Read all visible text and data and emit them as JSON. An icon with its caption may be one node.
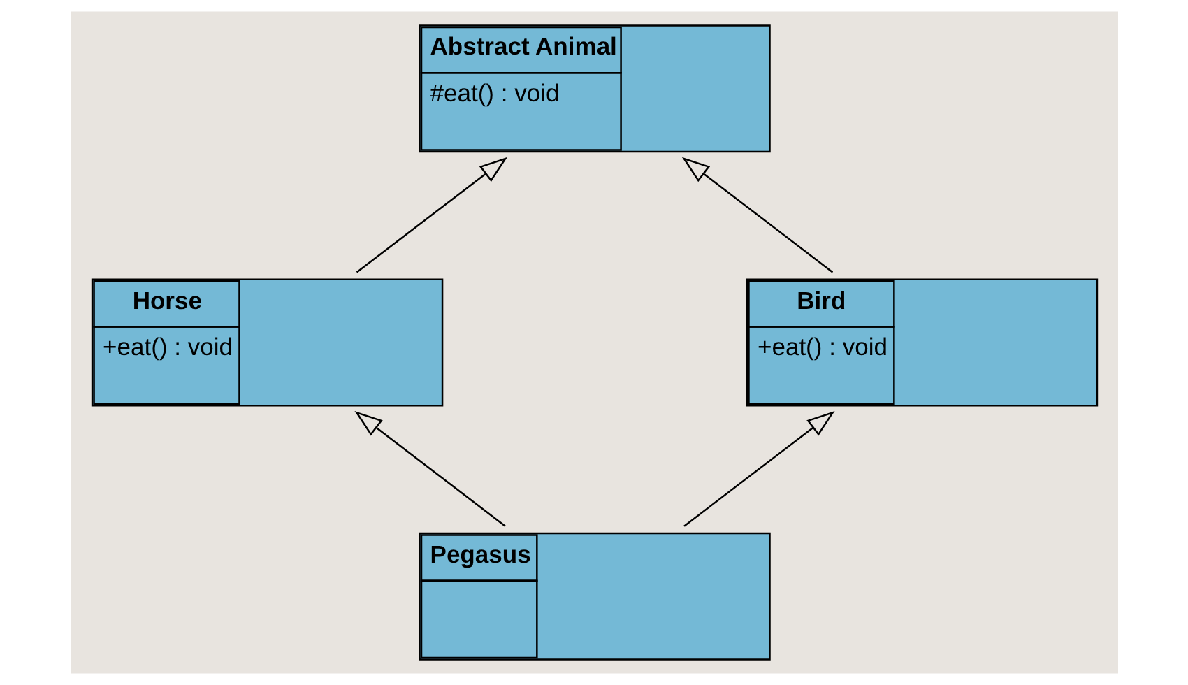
{
  "diagram": {
    "nodes": [
      {
        "text": [
          "Abstract Animal",
          "#eat() : void"
        ]
      },
      {
        "text": [
          "Horse",
          "+eat() : void"
        ]
      },
      {
        "text": [
          "Bird",
          "+eat() : void"
        ]
      },
      {
        "text": [
          "Pegasus"
        ]
      }
    ],
    "edges": [
      {
        "from": 1,
        "to": 0,
        "arrow": "to"
      },
      {
        "from": 2,
        "to": 0,
        "arrow": "to"
      },
      {
        "from": 3,
        "to": 1,
        "arrow": "to"
      },
      {
        "from": 3,
        "to": 2,
        "arrow": "to"
      }
    ]
  }
}
